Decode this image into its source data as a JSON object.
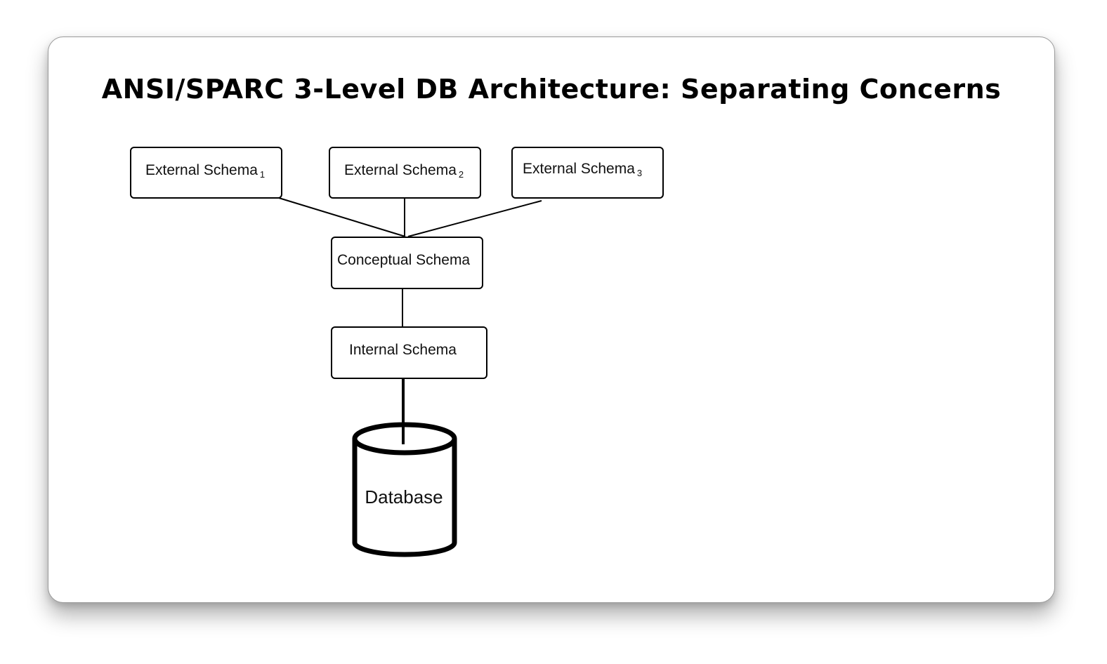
{
  "slide": {
    "title": "ANSI/SPARC 3-Level DB Architecture: Separating Concerns"
  },
  "diagram": {
    "external_schemas": [
      {
        "label": "External Schema",
        "index": "1"
      },
      {
        "label": "External Schema",
        "index": "2"
      },
      {
        "label": "External Schema",
        "index": "3"
      }
    ],
    "conceptual": "Conceptual Schema",
    "internal": "Internal Schema",
    "database": "Database"
  }
}
